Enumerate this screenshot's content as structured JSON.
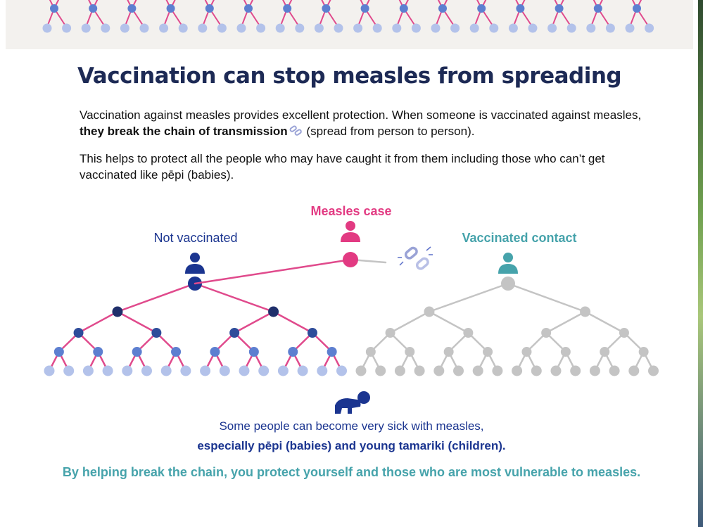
{
  "title": "Vaccination can stop measles from spreading",
  "intro": {
    "p1_a": "Vaccination against measles provides excellent protection. When someone is vaccinated against measles, ",
    "p1_bold": "they break the chain of transmission",
    "p1_b": " (spread from person to person).",
    "p2": "This helps to protect all the people who may have caught it from them including those who can’t get vaccinated like pēpi (babies)."
  },
  "diagram": {
    "measles_case": "Measles case",
    "not_vaccinated": "Not vaccinated",
    "vaccinated_contact": "Vaccinated contact",
    "icons": [
      "person-icon",
      "broken-chain-icon",
      "crawling-baby-icon"
    ],
    "colors": {
      "case": "#e23a82",
      "not_vaccinated": "#1b3590",
      "vaccinated": "#46a3ab",
      "infected_link": "#e04a8c",
      "level1": "#1f2f6b",
      "level2": "#2e4c9a",
      "level3": "#5d7fd0",
      "level4": "#b3c2ea",
      "protected": "#c4c4c4"
    }
  },
  "footer": {
    "line1": "Some people can become very sick with measles,",
    "line2": "especially pēpi (babies) and young tamariki (children).",
    "line3": "By helping break the chain, you protect yourself and those who are most vulnerable to measles."
  }
}
